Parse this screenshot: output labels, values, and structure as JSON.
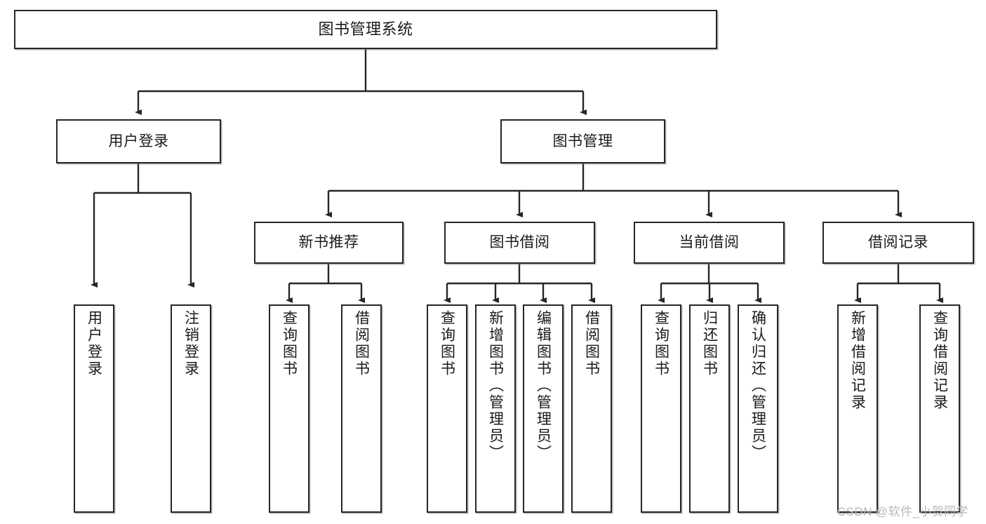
{
  "diagram": {
    "title_node": {
      "label": "图书管理系统"
    },
    "level2": [
      {
        "id": "user-login",
        "label": "用户登录"
      },
      {
        "id": "book-manage",
        "label": "图书管理"
      }
    ],
    "level3": [
      {
        "id": "new-book-recommend",
        "label": "新书推荐"
      },
      {
        "id": "book-borrow",
        "label": "图书借阅"
      },
      {
        "id": "current-borrow",
        "label": "当前借阅"
      },
      {
        "id": "borrow-record",
        "label": "借阅记录"
      }
    ],
    "leaves": {
      "user_login": [
        {
          "id": "leaf-user-login",
          "label": "用户登录"
        },
        {
          "id": "leaf-logout-login",
          "label": "注销登录"
        }
      ],
      "new_book_recommend": [
        {
          "id": "leaf-query-book-1",
          "label": "查询图书"
        },
        {
          "id": "leaf-borrow-book-1",
          "label": "借阅图书"
        }
      ],
      "book_borrow": [
        {
          "id": "leaf-query-book-2",
          "label": "查询图书"
        },
        {
          "id": "leaf-add-book",
          "label": "新增图书（管理员）"
        },
        {
          "id": "leaf-edit-book",
          "label": "编辑图书（管理员）"
        },
        {
          "id": "leaf-borrow-book-2",
          "label": "借阅图书"
        }
      ],
      "current_borrow": [
        {
          "id": "leaf-query-book-3",
          "label": "查询图书"
        },
        {
          "id": "leaf-return-book",
          "label": "归还图书"
        },
        {
          "id": "leaf-confirm-return",
          "label": "确认归还（管理员）"
        }
      ],
      "borrow_record": [
        {
          "id": "leaf-add-record",
          "label": "新增借阅记录"
        },
        {
          "id": "leaf-query-record",
          "label": "查询借阅记录"
        }
      ]
    }
  },
  "watermark": {
    "text": "CSDN @软件_小贺同学"
  },
  "colors": {
    "border": "#262626",
    "background": "#ffffff",
    "text": "#1a1a1a",
    "watermark": "#b9b9b9"
  }
}
